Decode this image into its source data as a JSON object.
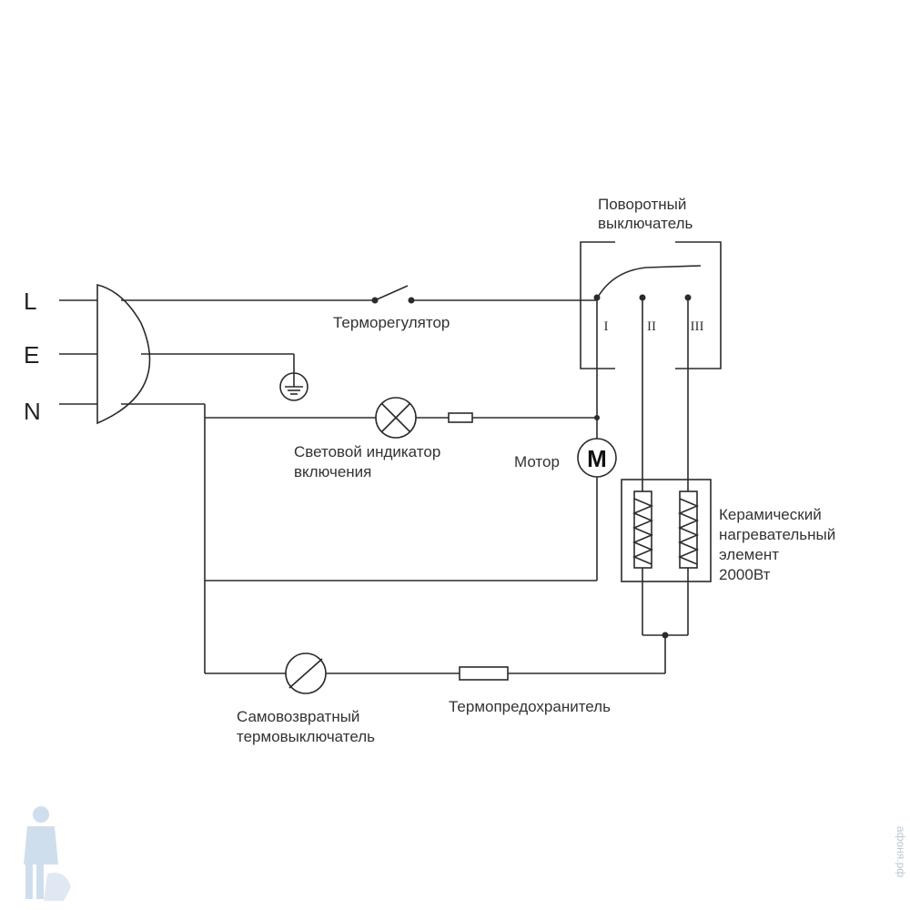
{
  "terminals": {
    "l": "L",
    "e": "E",
    "n": "N"
  },
  "labels": {
    "thermostat": "Терморегулятор",
    "rotary_switch": [
      "Поворотный",
      "выключатель"
    ],
    "power_indicator": [
      "Световой индикатор",
      "включения"
    ],
    "motor": "Мотор",
    "motor_symbol": "M",
    "heater": [
      "Керамический",
      "нагревательный",
      "элемент",
      "2000Вт"
    ],
    "self_reset_switch": [
      "Самовозвратный",
      "термовыключатель"
    ],
    "thermal_fuse": "Термопредохранитель"
  },
  "switch_positions": [
    "I",
    "II",
    "III"
  ],
  "watermark": {
    "text": "афоня.рф"
  },
  "colors": {
    "line": "#2b2b2b",
    "text": "#333333",
    "watermark": "#b9c7d6"
  }
}
